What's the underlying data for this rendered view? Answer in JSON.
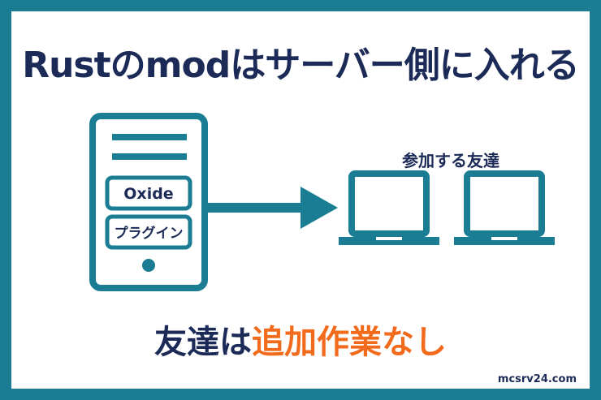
{
  "title": "Rustのmodはサーバー側に入れる",
  "server": {
    "module1": "Oxide",
    "module2": "プラグイン"
  },
  "participants_label": "参加する友達",
  "bottom": {
    "part1": "友達は",
    "part2": "追加作業なし"
  },
  "site": "mcsrv24.com",
  "colors": {
    "teal": "#1a7d94",
    "navy": "#1b2a57",
    "orange": "#f26b1d"
  },
  "icons": [
    "server-icon",
    "arrow-right-icon",
    "laptop-icon",
    "laptop-icon"
  ]
}
